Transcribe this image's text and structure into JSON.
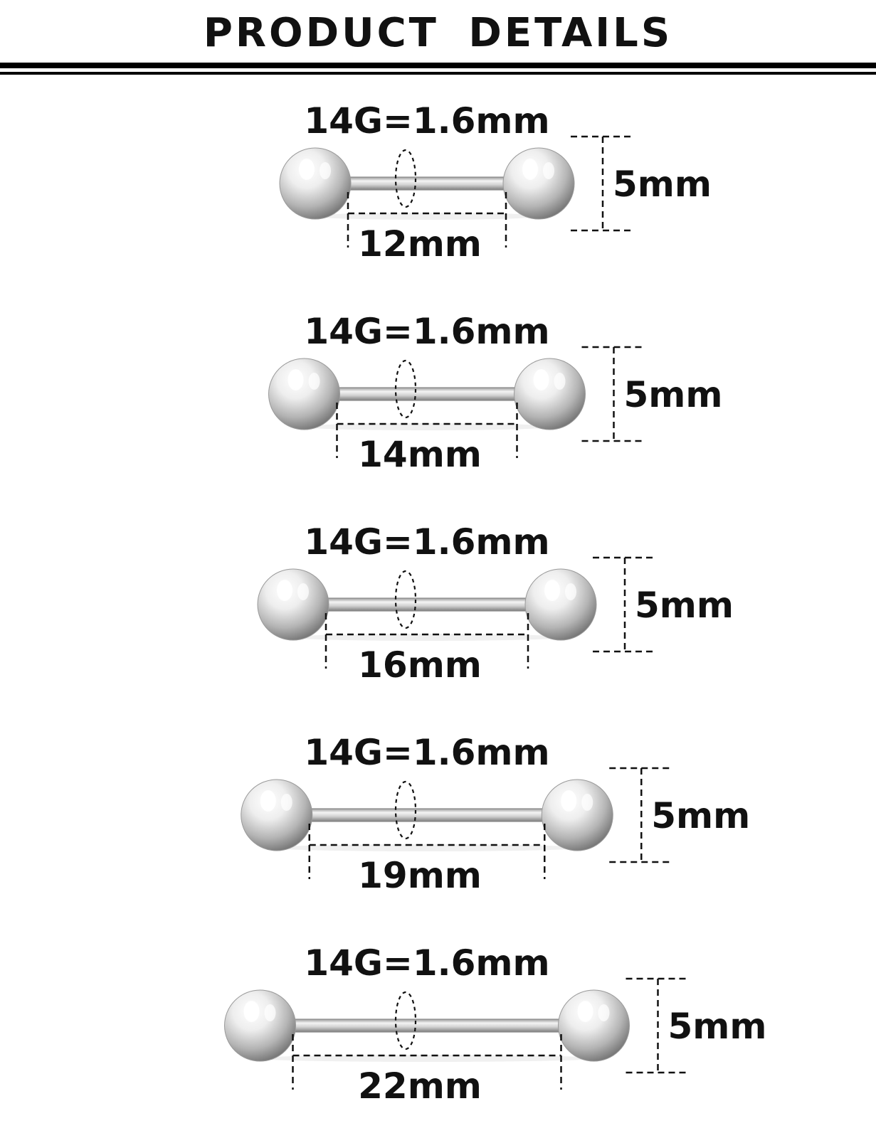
{
  "title": "PRODUCT DETAILS",
  "colors": {
    "text": "#111111",
    "rule": "#000000",
    "metal_light": "#ffffff",
    "metal_mid": "#c9c9c9",
    "metal_dark": "#6f6f6f"
  },
  "barbells": [
    {
      "gauge_label": "14G=1.6mm",
      "length_label": "12mm",
      "ball_label": "5mm",
      "length_mm": 12,
      "ball_mm": 5,
      "gauge_mm": 1.6
    },
    {
      "gauge_label": "14G=1.6mm",
      "length_label": "14mm",
      "ball_label": "5mm",
      "length_mm": 14,
      "ball_mm": 5,
      "gauge_mm": 1.6
    },
    {
      "gauge_label": "14G=1.6mm",
      "length_label": "16mm",
      "ball_label": "5mm",
      "length_mm": 16,
      "ball_mm": 5,
      "gauge_mm": 1.6
    },
    {
      "gauge_label": "14G=1.6mm",
      "length_label": "19mm",
      "ball_label": "5mm",
      "length_mm": 19,
      "ball_mm": 5,
      "gauge_mm": 1.6
    },
    {
      "gauge_label": "14G=1.6mm",
      "length_label": "22mm",
      "ball_label": "5mm",
      "length_mm": 22,
      "ball_mm": 5,
      "gauge_mm": 1.6
    }
  ]
}
